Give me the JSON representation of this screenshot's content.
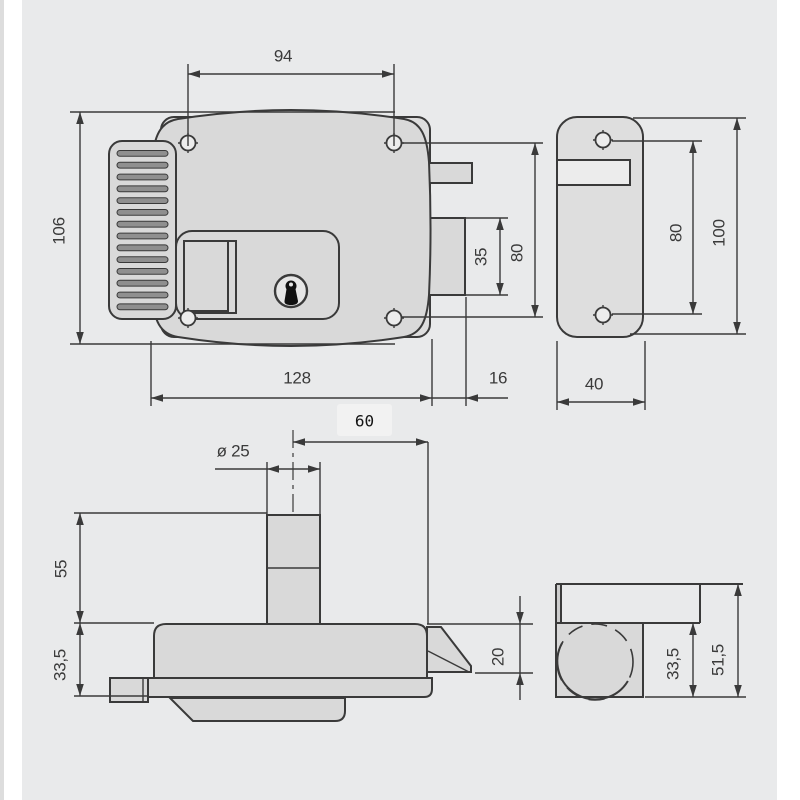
{
  "canvas": {
    "background": "#e9eaeb",
    "page_background": "#ffffff",
    "line_color": "#3a3a3a",
    "body_fill": "#d9d9d9",
    "plate_fill": "#dedede",
    "slot_fill": "#8f8f8f",
    "highlight_fill": "#f2f2f2"
  },
  "views": {
    "lock_front": {
      "dims": {
        "top_width": "94",
        "height": "106",
        "bottom_width": "128",
        "latch_protrusion": "16",
        "latch_height": "35",
        "screw_spacing": "80"
      }
    },
    "strike_front": {
      "dims": {
        "screw_spacing": "80",
        "height": "100",
        "width": "40"
      }
    },
    "lock_top": {
      "dims": {
        "cylinder_diameter": "ø 25",
        "cylinder_height": "55",
        "case_depth": "33,5",
        "latch_width": "20"
      }
    },
    "strike_top": {
      "dims": {
        "box_depth": "33,5",
        "total_depth": "51,5"
      }
    }
  },
  "overlay": {
    "highlight_value": "60"
  }
}
